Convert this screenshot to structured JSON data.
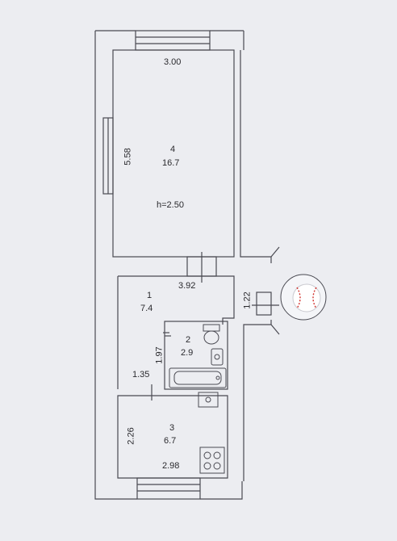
{
  "rooms": [
    {
      "number": "4",
      "area": "16.7",
      "height": "h=2.50"
    },
    {
      "number": "1",
      "area": "7.4"
    },
    {
      "number": "2",
      "area": "2.9"
    },
    {
      "number": "3",
      "area": "6.7"
    }
  ],
  "dimensions": {
    "room4_width": "3.00",
    "room4_length": "5.58",
    "corridor_width": "3.92",
    "corridor_door": "1.22",
    "bath_width": "1.97",
    "corridor_short": "1.35",
    "kitchen_length": "2.26",
    "kitchen_width": "2.98"
  },
  "colors": {
    "background": "#ecedf1",
    "wall": "#4a4a52",
    "ball_stitch": "#d2332f"
  },
  "icons": [
    "toilet-icon",
    "sink-icon",
    "bathtub-icon",
    "stove-icon",
    "baseball-icon"
  ]
}
